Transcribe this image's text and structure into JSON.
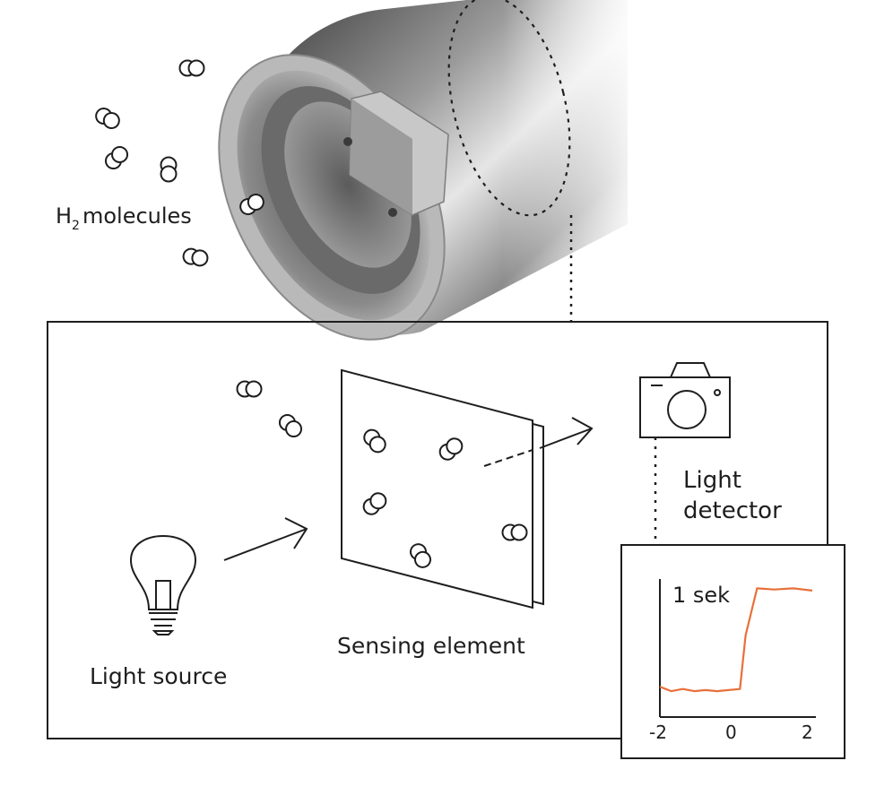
{
  "labels": {
    "molecules_main": "H",
    "molecules_sub": "2",
    "molecules_rest": "molecules",
    "detector_line1": "Light",
    "detector_line2": "detector",
    "sensing": "Sensing element",
    "source": "Light source"
  },
  "chart_data": {
    "type": "line",
    "timescale_label": "1 sek",
    "x_ticks": [
      "-2",
      "0",
      "2"
    ],
    "xlim": [
      -2,
      2
    ],
    "ylim": [
      0,
      1
    ],
    "series": [
      {
        "color": "#e8703a",
        "x": [
          -2.0,
          -1.7,
          -1.4,
          -1.1,
          -0.8,
          -0.5,
          -0.2,
          0.1,
          0.25,
          0.55,
          1.0,
          1.5,
          2.0
        ],
        "y": [
          0.08,
          0.04,
          0.06,
          0.04,
          0.05,
          0.04,
          0.05,
          0.06,
          0.55,
          0.98,
          0.97,
          0.98,
          0.96
        ]
      }
    ]
  },
  "colors": {
    "line": "#1e1e1e",
    "signal": "#e8703a",
    "metal_dark": "#4a4a4a",
    "metal_light": "#d8d8d8"
  },
  "icons": [
    "molecule-icon",
    "camera-icon",
    "light-bulb-icon"
  ]
}
